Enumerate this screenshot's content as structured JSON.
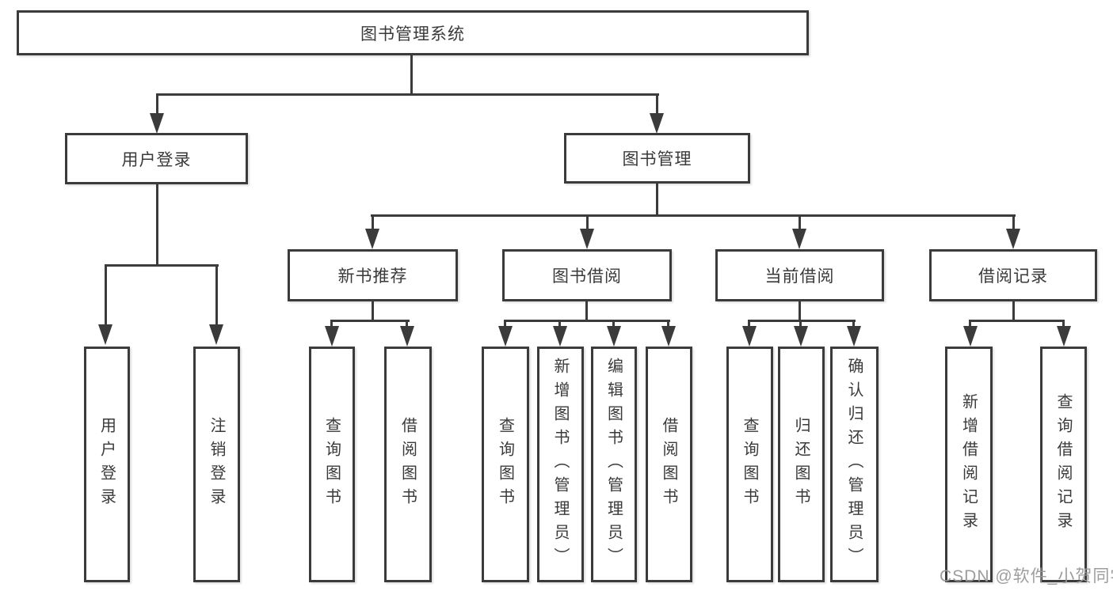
{
  "diagram_title": "图书管理系统",
  "tree": {
    "root": {
      "label": "图书管理系统"
    },
    "branches": [
      {
        "label": "用户登录",
        "children": [
          {
            "label": "用户登录"
          },
          {
            "label": "注销登录"
          }
        ]
      },
      {
        "label": "图书管理",
        "children": [
          {
            "label": "新书推荐",
            "children": [
              {
                "label": "查询图书"
              },
              {
                "label": "借阅图书"
              }
            ]
          },
          {
            "label": "图书借阅",
            "children": [
              {
                "label": "查询图书"
              },
              {
                "label": "新增图书（管理员）"
              },
              {
                "label": "编辑图书（管理员）"
              },
              {
                "label": "借阅图书"
              }
            ]
          },
          {
            "label": "当前借阅",
            "children": [
              {
                "label": "查询图书"
              },
              {
                "label": "归还图书"
              },
              {
                "label": "确认归还（管理员）"
              }
            ]
          },
          {
            "label": "借阅记录",
            "children": [
              {
                "label": "新增借阅记录"
              },
              {
                "label": "查询借阅记录"
              }
            ]
          }
        ]
      }
    ]
  },
  "watermark": {
    "text": "CSDN @软件_小贺同学"
  },
  "colors": {
    "line": "#3b3b3b",
    "box_border": "#3b3b3b",
    "text": "#3a3a3a",
    "watermark": "#989898",
    "background": "#ffffff"
  }
}
